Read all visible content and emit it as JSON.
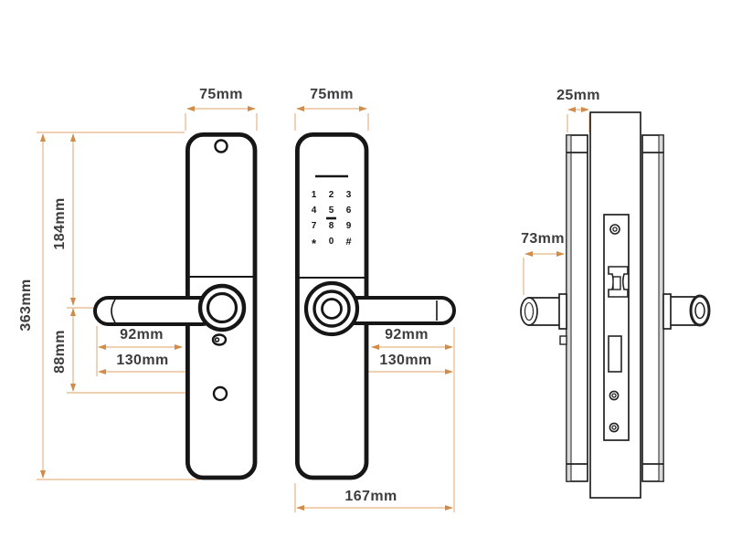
{
  "labels": {
    "interior_width": "75mm",
    "exterior_width": "75mm",
    "escutcheon_depth": "25mm",
    "handle_protrusion": "73mm",
    "total_height": "363mm",
    "top_to_handle": "184mm",
    "handle_to_cylinder": "88mm",
    "interior_handle_reach": "92mm",
    "interior_handle_center": "130mm",
    "exterior_handle_reach": "92mm",
    "exterior_handle_center": "130mm",
    "exterior_total_width": "167mm"
  },
  "keypad": {
    "keys": [
      "1",
      "2",
      "3",
      "4",
      "5",
      "6",
      "7",
      "8",
      "9",
      "*",
      "0",
      "#"
    ]
  },
  "colors": {
    "dimension_line": "#e5b585",
    "dimension_arrow": "#d18c4a",
    "drawing_ink": "#161616",
    "label_text": "#3d3d3d",
    "escutcheon_shade": "#d9d9d9"
  }
}
